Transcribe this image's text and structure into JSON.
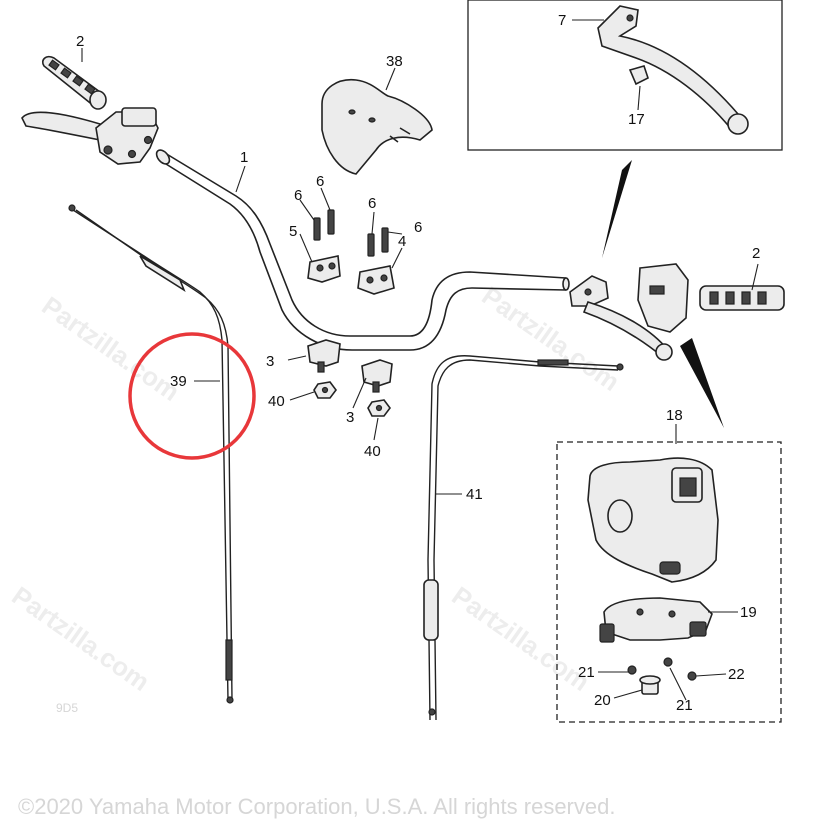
{
  "diagram": {
    "callouts": {
      "p1": "1",
      "p2a": "2",
      "p2b": "2",
      "p3a": "3",
      "p3b": "3",
      "p4": "4",
      "p5": "5",
      "p6a": "6",
      "p6b": "6",
      "p6c": "6",
      "p6d": "6",
      "p7": "7",
      "p17": "17",
      "p18": "18",
      "p19": "19",
      "p20": "20",
      "p21a": "21",
      "p21b": "21",
      "p22": "22",
      "p38": "38",
      "p39": "39",
      "p40a": "40",
      "p40b": "40",
      "p41": "41"
    },
    "highlight_color": "#e8373a",
    "copyright": "©2020 Yamaha Motor Corporation, U.S.A. All rights reserved.",
    "watermark_code": "9D5"
  }
}
